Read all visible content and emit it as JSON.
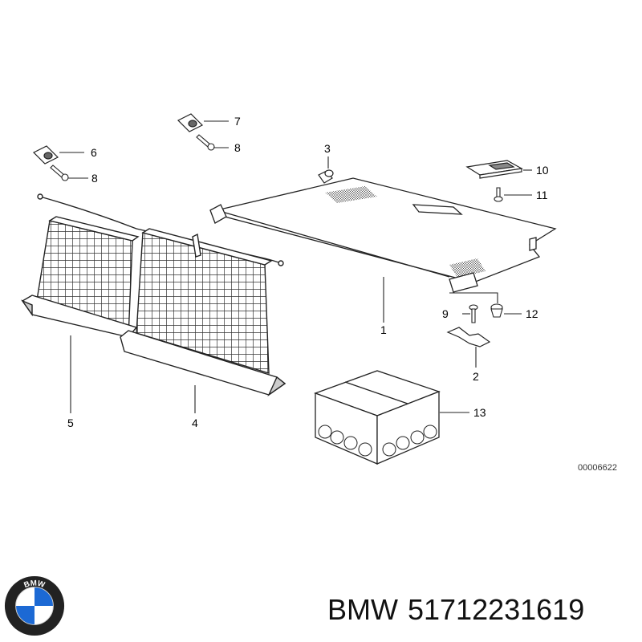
{
  "callouts": {
    "c1": "1",
    "c2": "2",
    "c3": "3",
    "c4": "4",
    "c5": "5",
    "c6": "6",
    "c7": "7",
    "c8a": "8",
    "c8b": "8",
    "c9": "9",
    "c10": "10",
    "c11": "11",
    "c12": "12",
    "c13": "13"
  },
  "reference_code": "00006622",
  "brand": {
    "name": "BMW",
    "part_number": "51712231619"
  },
  "logo": {
    "letters": "BMW",
    "icon": "bmw-roundel-icon",
    "colors": {
      "blue": "#1c69d4",
      "white": "#ffffff",
      "ring": "#222222"
    }
  }
}
